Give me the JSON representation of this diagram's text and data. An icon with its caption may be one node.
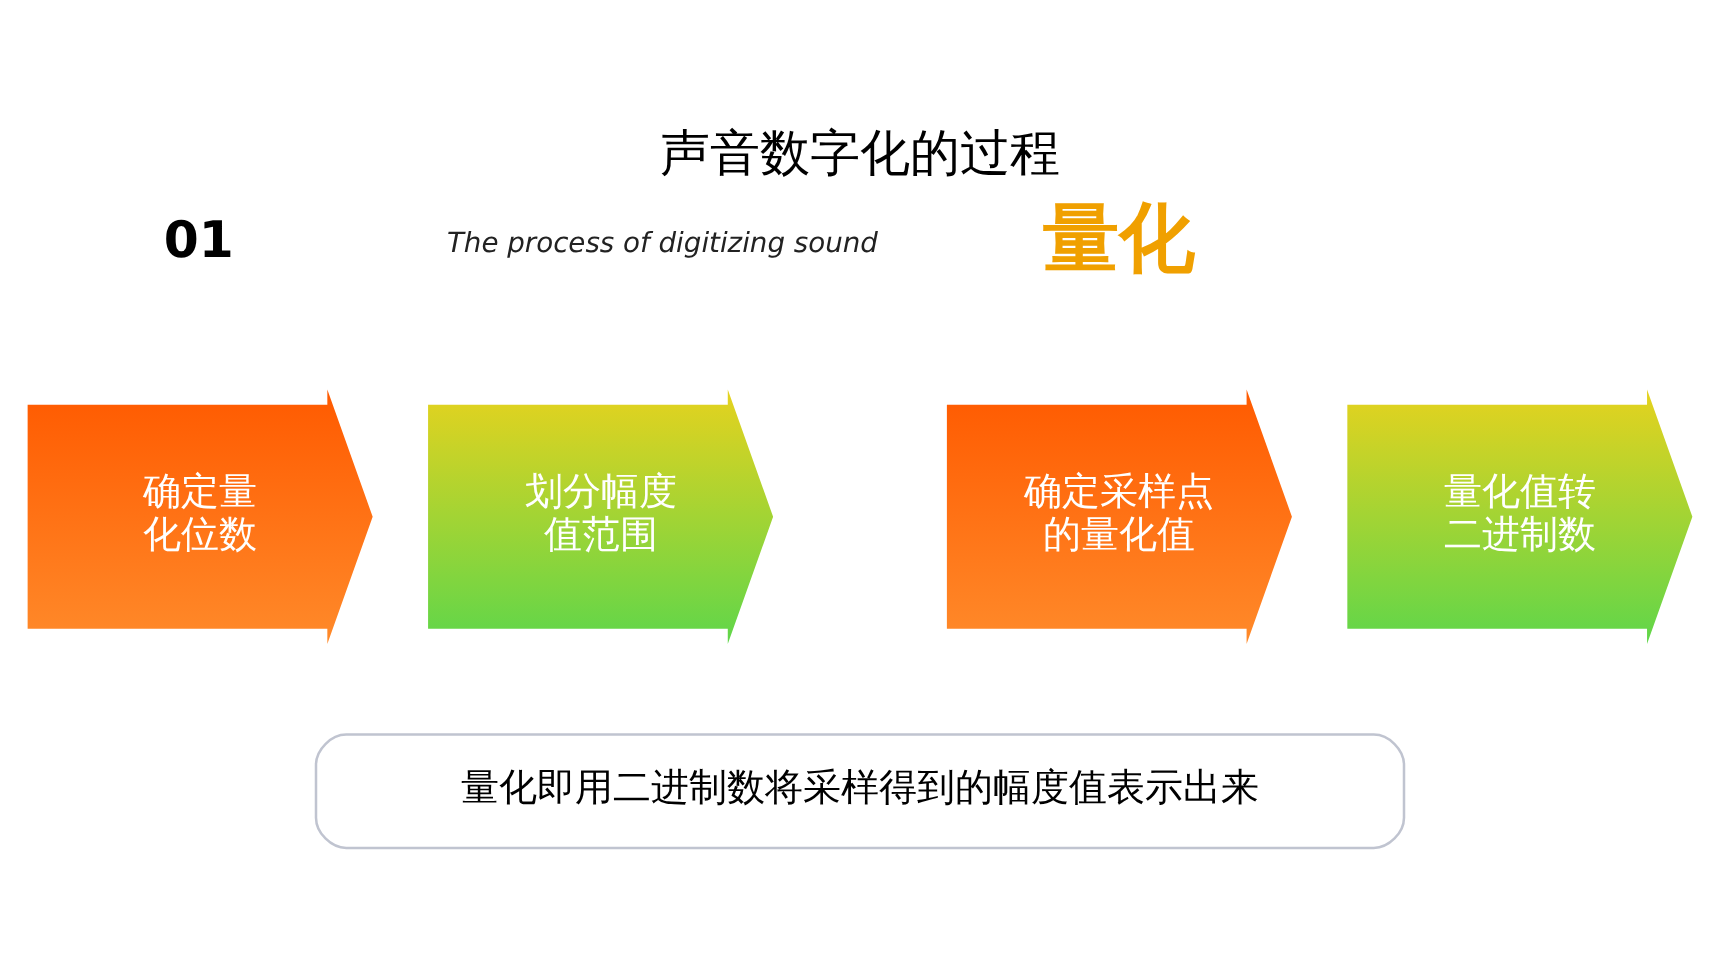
{
  "diagram": {
    "title": "声音数字化的过程",
    "nodes": [
      {
        "text": [
          "确定量化位数"
        ]
      },
      {
        "text": [
          "划分幅度值范围"
        ]
      },
      {
        "text": [
          "确定采样点的量化值"
        ]
      },
      {
        "text": [
          "量化值转二进制数"
        ]
      },
      {
        "text": [
          "量化即用二进制数将采样得到的幅度值表示出来"
        ]
      }
    ],
    "edges": [],
    "labels": [
      "01",
      "The process of digitizing sound",
      "量化"
    ]
  }
}
